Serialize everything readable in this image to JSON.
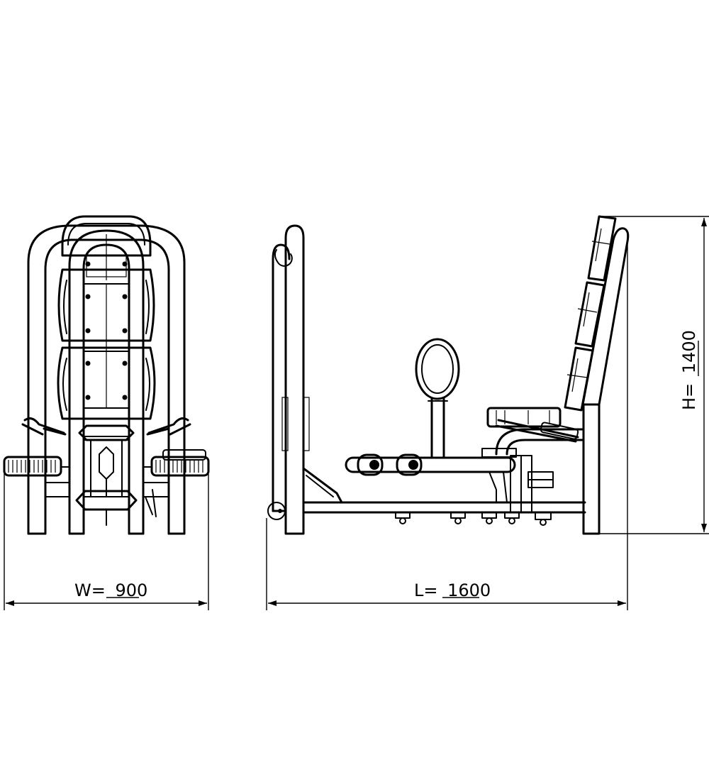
{
  "dimensions": {
    "width": {
      "prefix": "W=",
      "value": "900"
    },
    "length": {
      "prefix": "L=",
      "value": "1600"
    },
    "height": {
      "prefix": "H=",
      "value": "1400"
    }
  },
  "colors": {
    "line": "#000000",
    "background": "#ffffff"
  }
}
